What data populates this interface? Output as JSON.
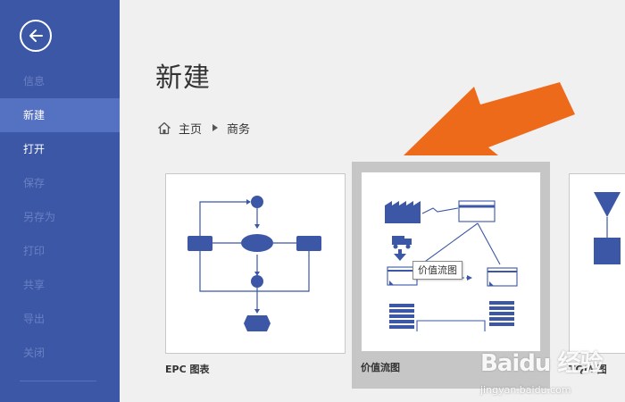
{
  "sidebar": {
    "back_icon": "back-arrow-icon",
    "items": [
      {
        "label": "信息",
        "state": "disabled"
      },
      {
        "label": "新建",
        "state": "active"
      },
      {
        "label": "打开",
        "state": "normal"
      },
      {
        "label": "保存",
        "state": "disabled"
      },
      {
        "label": "另存为",
        "state": "disabled"
      },
      {
        "label": "打印",
        "state": "disabled"
      },
      {
        "label": "共享",
        "state": "disabled"
      },
      {
        "label": "导出",
        "state": "disabled"
      },
      {
        "label": "关闭",
        "state": "disabled"
      }
    ]
  },
  "main": {
    "title": "新建",
    "breadcrumb": {
      "home_icon": "home-icon",
      "home": "主页",
      "separator_icon": "triangle-right-icon",
      "current": "商务"
    },
    "templates": [
      {
        "label": "EPC 图表"
      },
      {
        "label": "价值流图"
      },
      {
        "label": "TQM 图"
      }
    ],
    "tooltip": "价值流图"
  },
  "watermark": {
    "main": "Baidu 经验",
    "sub": "jingyan.baidu.com"
  },
  "colors": {
    "sidebar": "#3b57a6",
    "sidebar_active": "#5571c1",
    "shape_fill": "#3b57a6",
    "arrow": "#ee6a1b",
    "selection": "#c6c6c6"
  }
}
